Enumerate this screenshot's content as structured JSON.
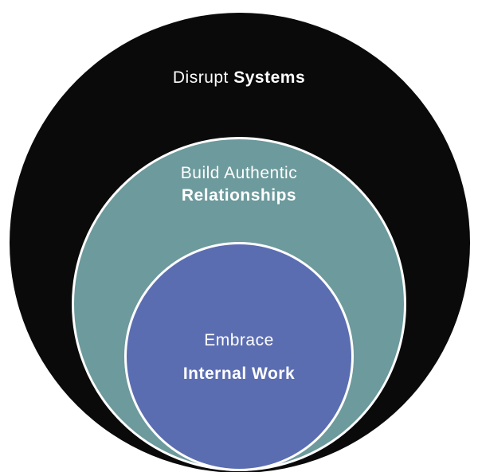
{
  "diagram": {
    "type": "nested-circles",
    "background_color": "#ffffff",
    "text_color": "#ffffff",
    "rings": [
      {
        "name": "outer",
        "color": "#0a0a0a",
        "label_regular": "Disrupt ",
        "label_bold": "Systems"
      },
      {
        "name": "middle",
        "color": "#6d9a9c",
        "border_color": "#ffffff",
        "label_regular": "Build Authentic",
        "label_bold": "Relationships"
      },
      {
        "name": "inner",
        "color": "#5b6db1",
        "border_color": "#ffffff",
        "label_regular": "Embrace",
        "label_bold": "Internal Work"
      }
    ]
  }
}
